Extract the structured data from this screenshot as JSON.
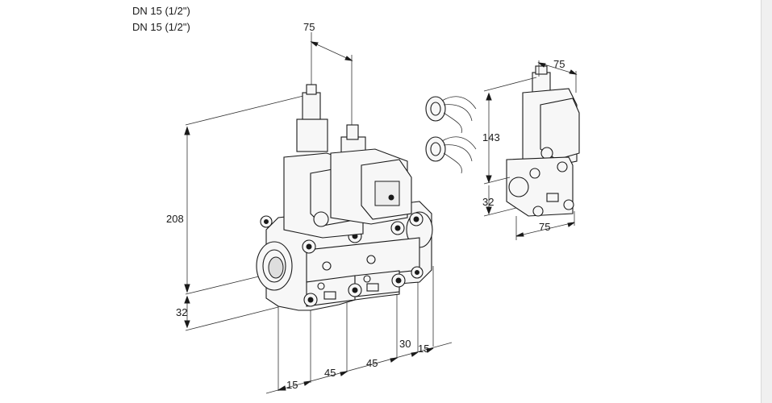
{
  "header": {
    "line1": "DN 15 (1/2\")",
    "line2": "DN 15 (1/2\")"
  },
  "dimensions": {
    "top_width": "75",
    "height_total": "208",
    "height_bottom": "32",
    "flange_15_left": "15",
    "pitch_45_a": "45",
    "pitch_45_b": "45",
    "offset_30": "30",
    "flange_15_right": "15",
    "side_width_top": "75",
    "side_height": "143",
    "side_bottom": "32",
    "side_width_bottom": "75"
  },
  "colors": {
    "line": "#1a1a1a",
    "fill": "#f7f7f7",
    "frame": "#f0f0f0"
  }
}
